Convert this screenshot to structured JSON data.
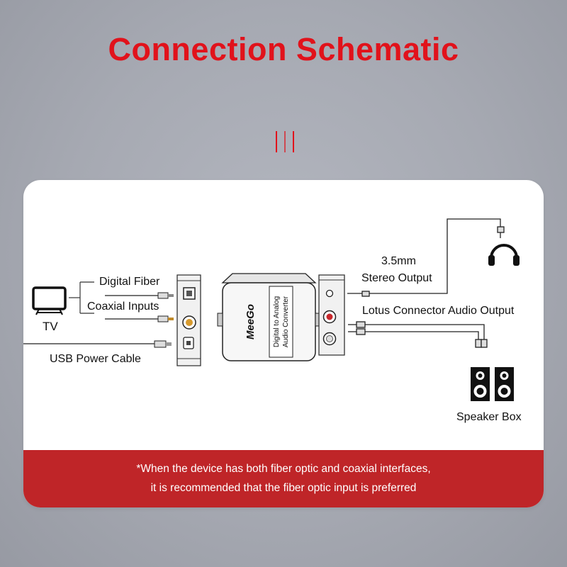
{
  "header": {
    "title": "Connection Schematic",
    "accent_color": "#e1121b"
  },
  "diagram": {
    "tv_label": "TV",
    "digital_fiber_label": "Digital Fiber",
    "coaxial_inputs_label": "Coaxial Inputs",
    "usb_power_label": "USB Power Cable",
    "stereo_output_line1": "3.5mm",
    "stereo_output_line2": "Stereo Output",
    "lotus_output_label": "Lotus Connector Audio Output",
    "speaker_box_label": "Speaker Box",
    "brand": "MeeGo",
    "device_text_line1": "Digital to Analog",
    "device_text_line2": "Audio Converter",
    "icons": [
      "tv-icon",
      "headphones-icon",
      "speaker-icon",
      "converter-device",
      "optical-plug-icon",
      "rca-plug-icon",
      "usb-plug-icon",
      "aux-plug-icon"
    ]
  },
  "footer": {
    "note_line1": "*When the device has both fiber optic and coaxial interfaces,",
    "note_line2": "it is recommended that the fiber optic input is preferred",
    "bg_color": "#bf2528"
  }
}
